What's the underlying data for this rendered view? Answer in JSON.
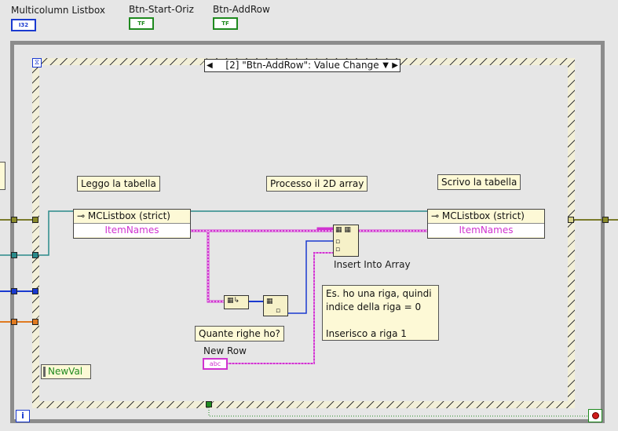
{
  "controls": {
    "multicolumn_label": "Multicolumn Listbox",
    "multicolumn_type": "I32",
    "btn_start_label": "Btn-Start-Oriz",
    "btn_start_type": "TF",
    "btn_addrow_label": "Btn-AddRow",
    "btn_addrow_type": "TF"
  },
  "event_structure": {
    "selector": "[2] \"Btn-AddRow\": Value Change",
    "newval_label": "NewVal"
  },
  "notes": {
    "read_table": "Leggo la tabella",
    "process_array": "Processo il 2D array",
    "write_table": "Scrivo la tabella",
    "row_count_question": "Quante righe ho?",
    "comment_line1": "Es. ho una riga, quindi",
    "comment_line2": "indice della riga = 0",
    "comment_line3": "Inserisco a riga 1"
  },
  "nodes": {
    "read_node_title": "MCListbox (strict)",
    "read_node_prop": "ItemNames",
    "write_node_title": "MCListbox (strict)",
    "write_node_prop": "ItemNames",
    "insert_label": "Insert Into Array",
    "new_row_label": "New Row",
    "new_row_const": "abc"
  },
  "colors": {
    "background": "#e6e6e6",
    "string_wire": "#d033d0",
    "refnum_wire": "#2a8a8a",
    "error_wire": "#7a7a2a",
    "i32_wire": "#1a3ad0",
    "orange_wire": "#e07a20",
    "note_fill": "#fdf9d6"
  },
  "icons": {
    "stop": "stop-icon",
    "info": "info-icon",
    "hourglass": "timeout-icon"
  }
}
